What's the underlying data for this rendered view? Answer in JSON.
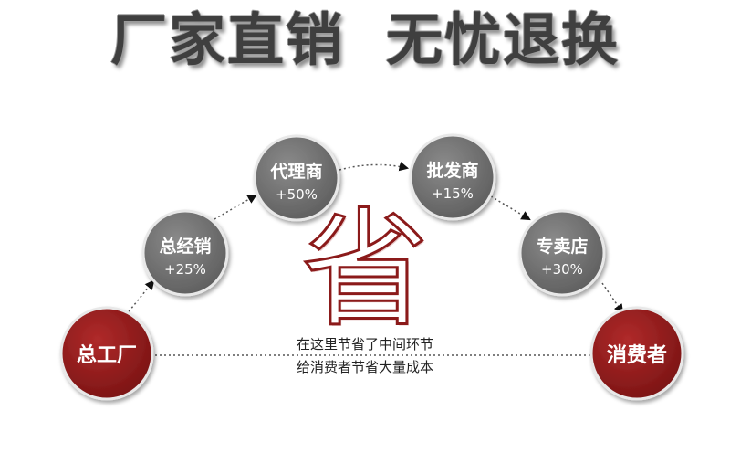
{
  "header": {
    "title_left": "厂家直销",
    "title_right": "无忧退换"
  },
  "center_mark": "省",
  "caption": {
    "line1": "在这里节省了中间环节",
    "line2": "给消费者节省大量成本"
  },
  "colors": {
    "endpoint": "#8b1a1a",
    "intermediate": "#6f6f6f",
    "title": "#3f3f3f"
  },
  "nodes": [
    {
      "id": "factory",
      "label": "总工厂",
      "pct": ""
    },
    {
      "id": "distributor",
      "label": "总经销",
      "pct": "+25%"
    },
    {
      "id": "agent",
      "label": "代理商",
      "pct": "+50%"
    },
    {
      "id": "wholesaler",
      "label": "批发商",
      "pct": "+15%"
    },
    {
      "id": "retailer",
      "label": "专卖店",
      "pct": "+30%"
    },
    {
      "id": "consumer",
      "label": "消费者",
      "pct": ""
    }
  ]
}
